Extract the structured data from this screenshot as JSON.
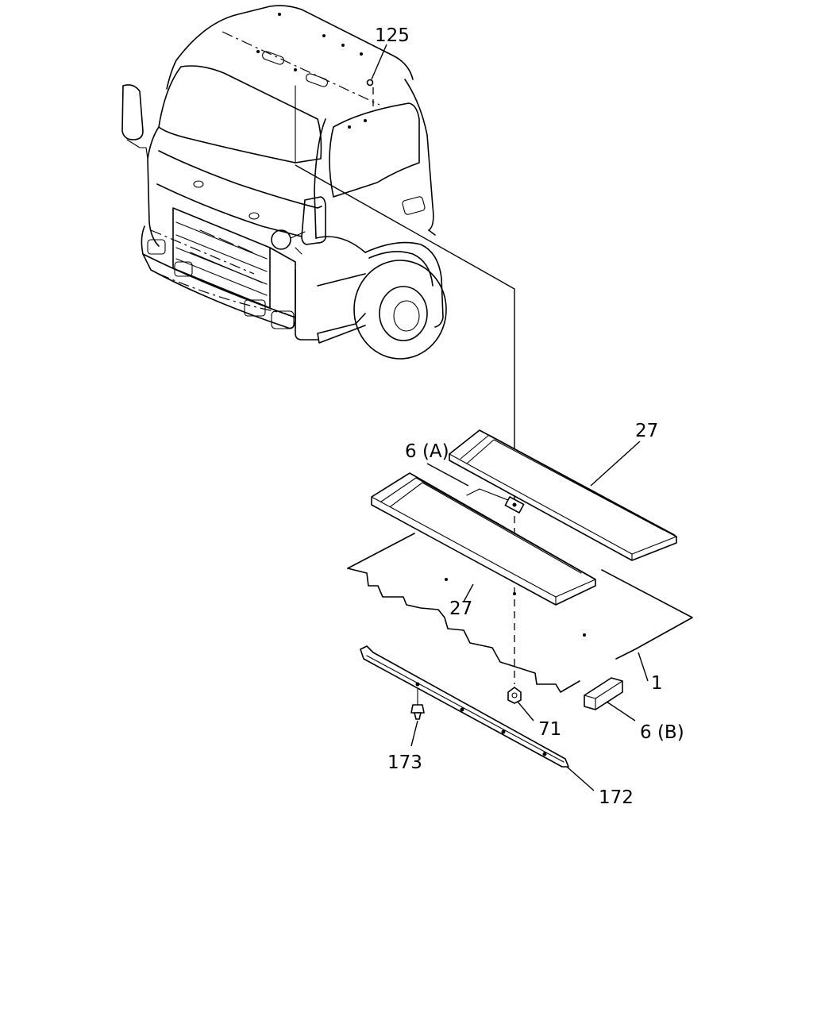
{
  "diagram": {
    "callouts": {
      "c125": "125",
      "c27_top": "27",
      "c6a": "6 (A)",
      "c27_bottom": "27",
      "c1": "1",
      "c71": "71",
      "c6b": "6 (B)",
      "c173": "173",
      "c172": "172"
    }
  }
}
